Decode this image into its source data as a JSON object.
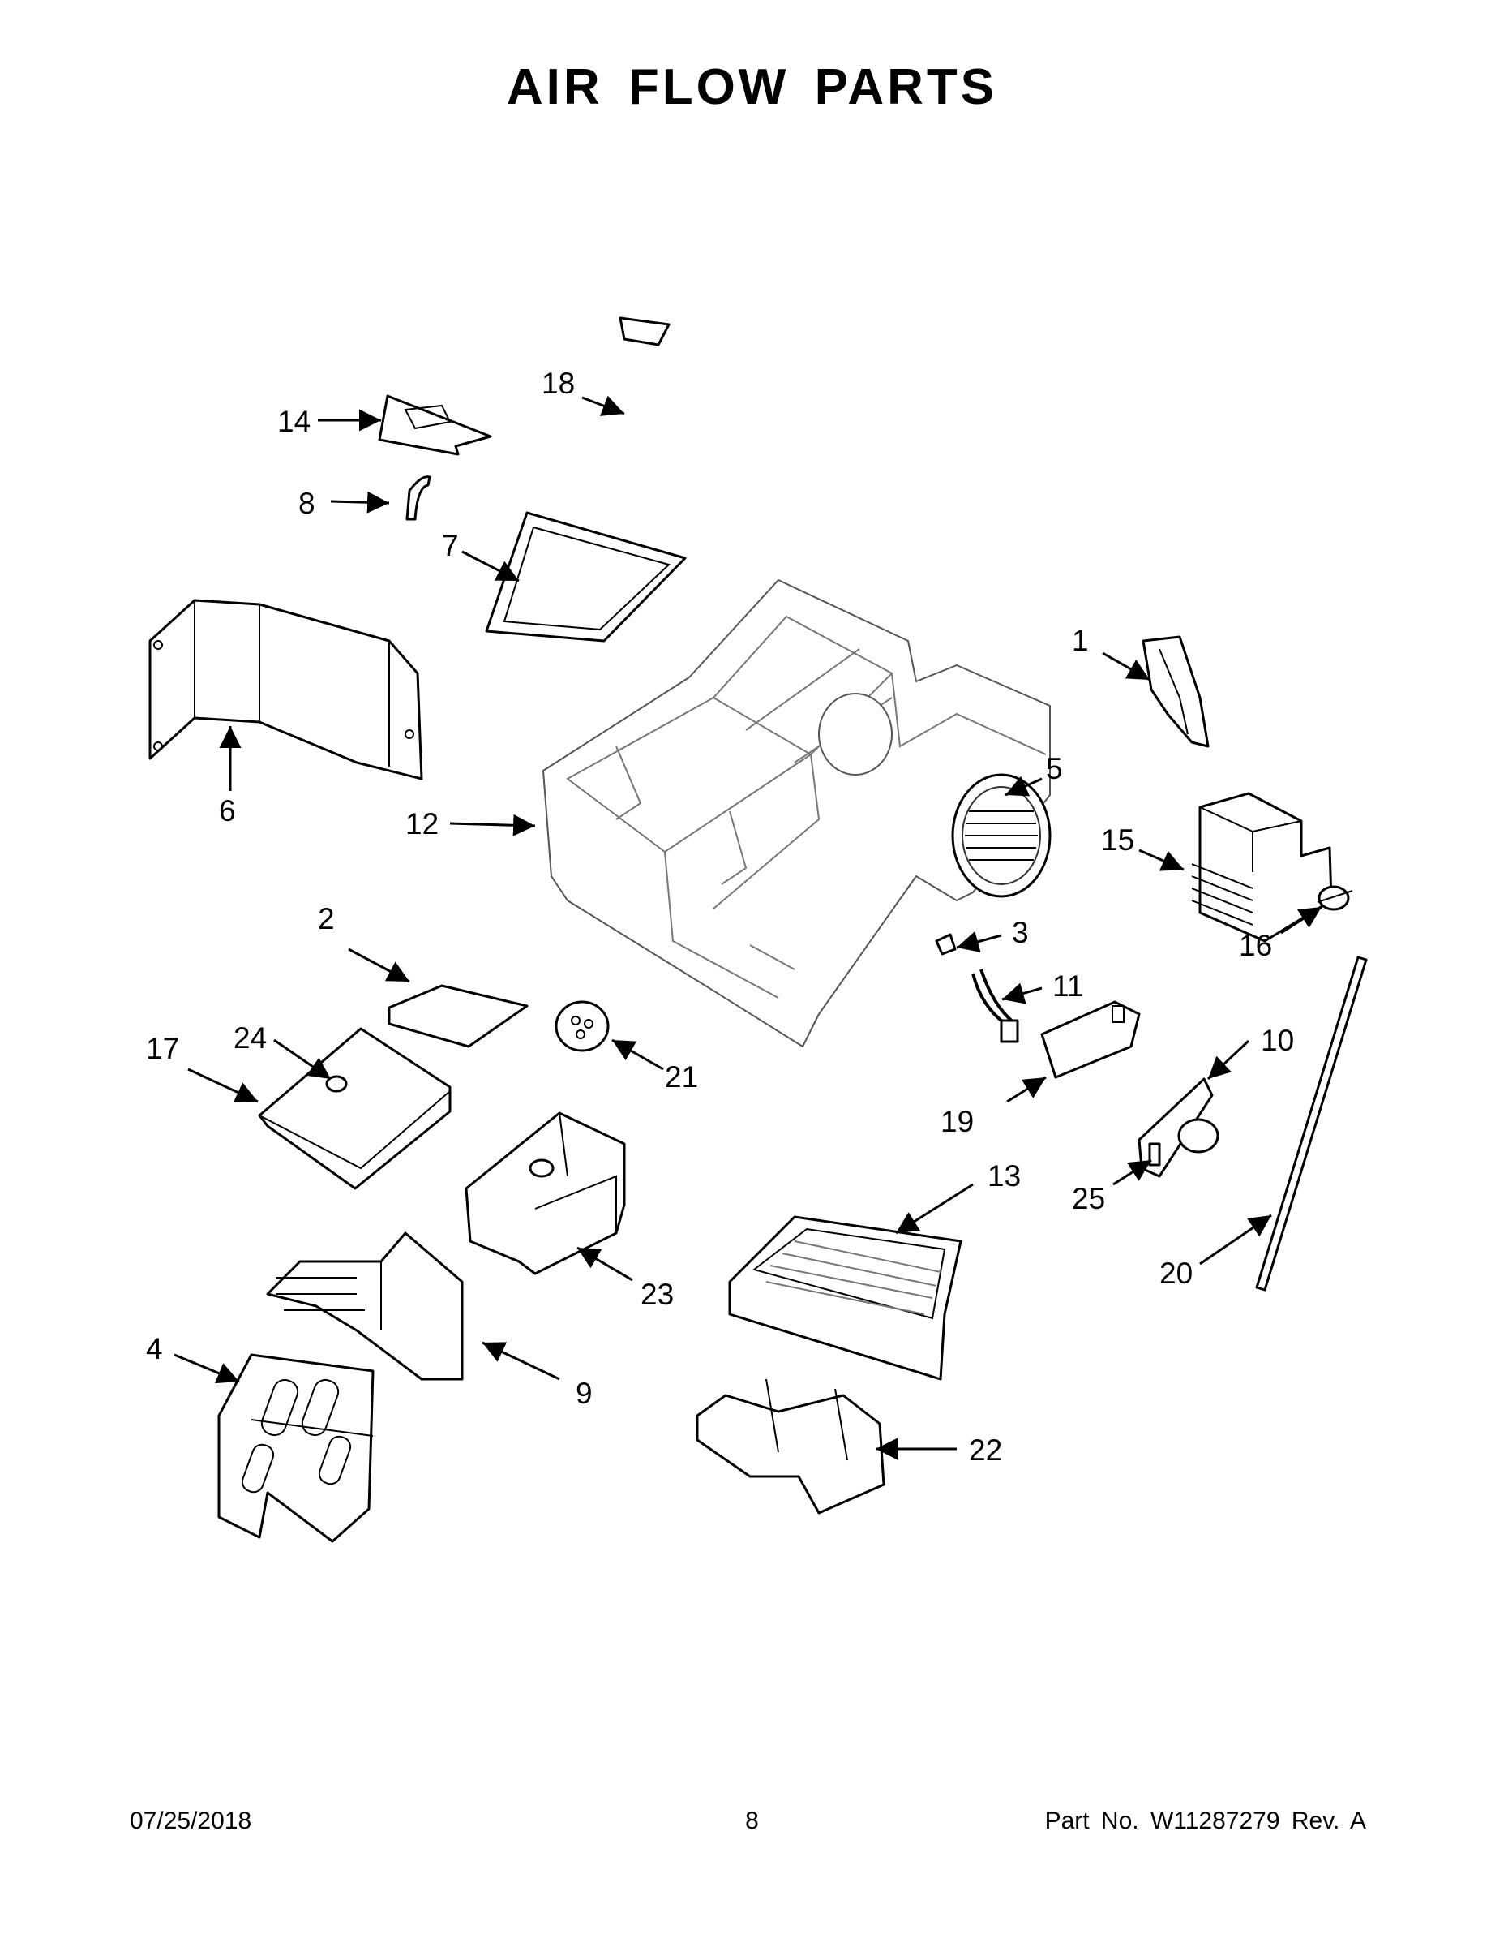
{
  "title": "AIR FLOW PARTS",
  "callouts": [
    "1",
    "2",
    "3",
    "4",
    "5",
    "6",
    "7",
    "8",
    "9",
    "10",
    "11",
    "12",
    "13",
    "14",
    "15",
    "16",
    "17",
    "18",
    "19",
    "20",
    "21",
    "22",
    "23",
    "24",
    "25"
  ],
  "footer": {
    "date": "07/25/2018",
    "page": "8",
    "part_no": "Part No.  W11287279  Rev.  A"
  }
}
